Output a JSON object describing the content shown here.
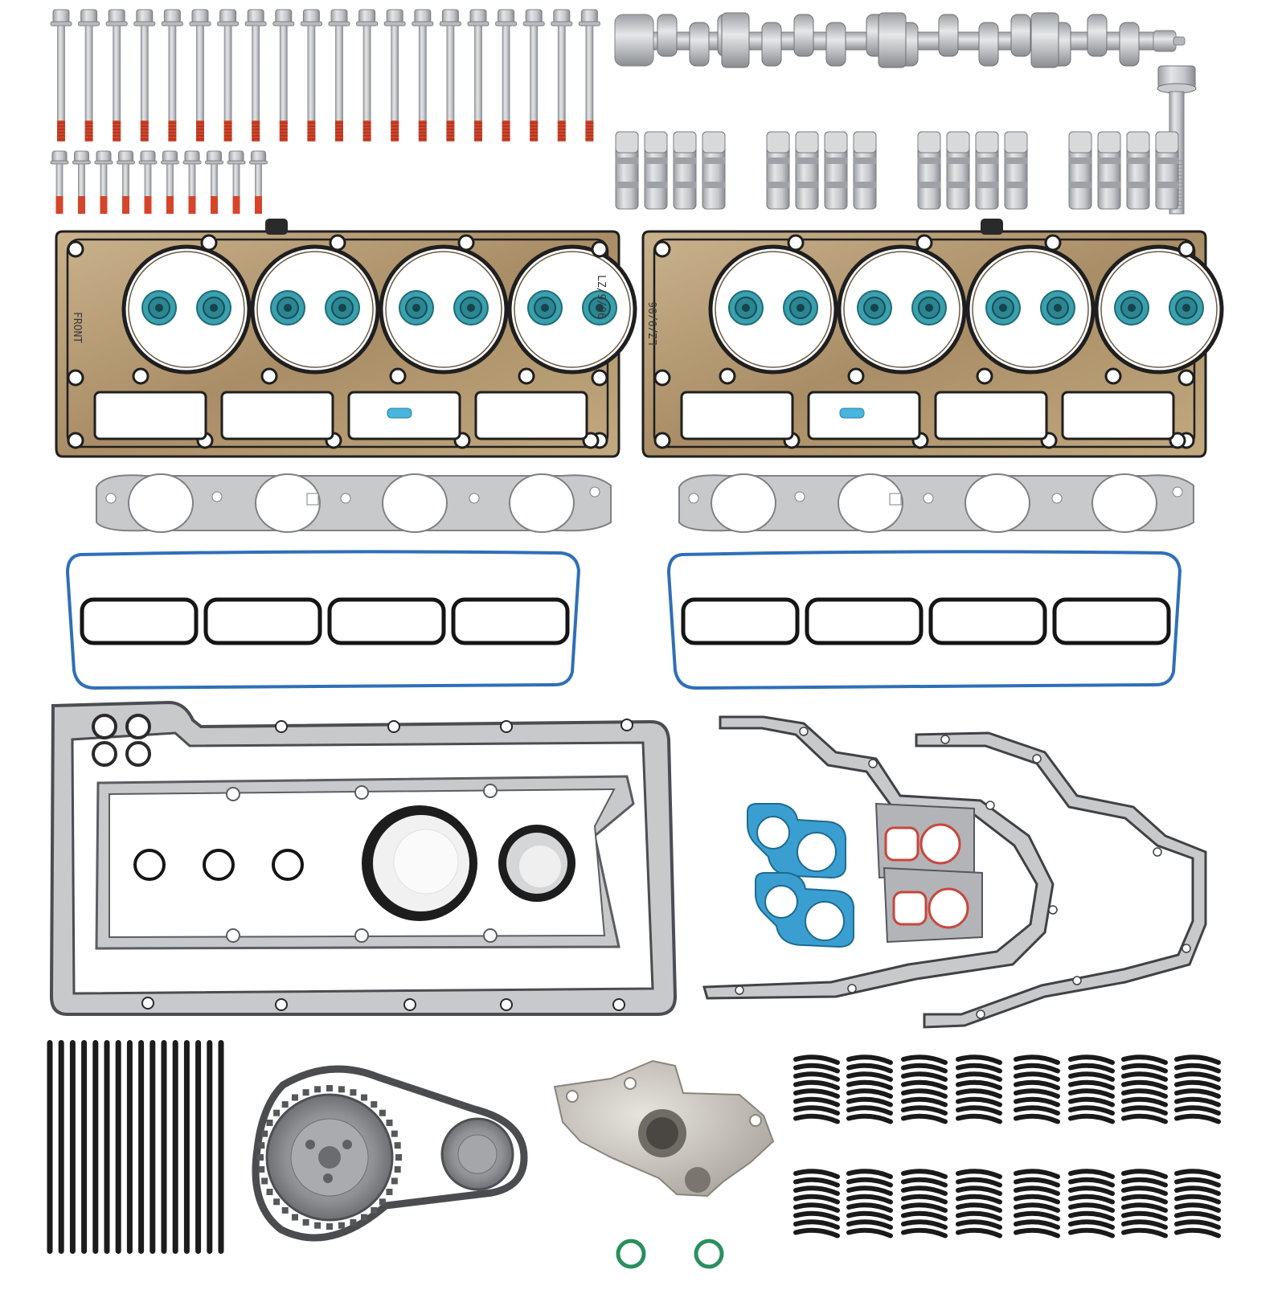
{
  "photo": {
    "background": "#ffffff",
    "head_gaskets": [
      {
        "stamp_outer": "FRONT",
        "stamp_inner": "LZ/9/06"
      },
      {
        "stamp_outer": "",
        "stamp_inner": "LZ/9/06"
      }
    ]
  },
  "colors": {
    "steel": "#c8c9cb",
    "steel_dark": "#8f9296",
    "gasket_copper": "#b9a07a",
    "gasket_bead": "#1f1f1f",
    "valve_seal_teal": "#3aa0ad",
    "valve_cover_blue": "#2f6fb8",
    "water_pump_blue": "#3a9fd0",
    "exhaust_red": "#c8463c",
    "thread_lock_red": "#d4452b",
    "pushrod_black": "#1c1c1c",
    "spring_black": "#1a1a1a",
    "oring_green": "#2a8f5e"
  },
  "parts": {
    "head_bolts_long": 20,
    "head_bolts_short": 10,
    "lifters": 16,
    "pushrods": 16,
    "valve_springs": 16,
    "valve_stem_seals": 16
  }
}
